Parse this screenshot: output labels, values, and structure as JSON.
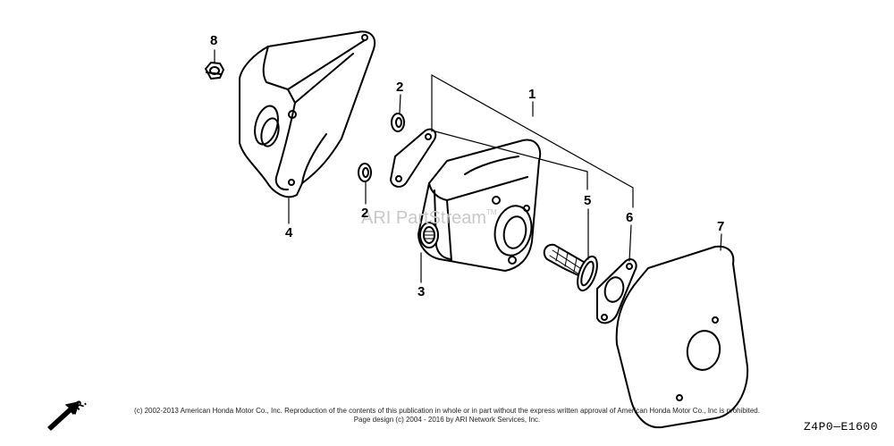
{
  "callouts": {
    "n1": "1",
    "n2a": "2",
    "n2b": "2",
    "n3": "3",
    "n4": "4",
    "n5": "5",
    "n6": "6",
    "n7": "7",
    "n8": "8"
  },
  "watermark": {
    "text": "ARI PartStream",
    "mark": "TM"
  },
  "direction_label": "FR.",
  "copyright": {
    "line1": "(c) 2002-2013 American Honda Motor Co., Inc. Reproduction of the contents of this publication in whole or in part without the express written approval of American Honda Motor Co., Inc is prohibited.",
    "line2": "Page design (c) 2004 - 2016 by ARI Network Services, Inc."
  },
  "drawing_code": "Z4P0—E1600",
  "colors": {
    "line": "#000000",
    "watermark": "#c8c8c8"
  }
}
